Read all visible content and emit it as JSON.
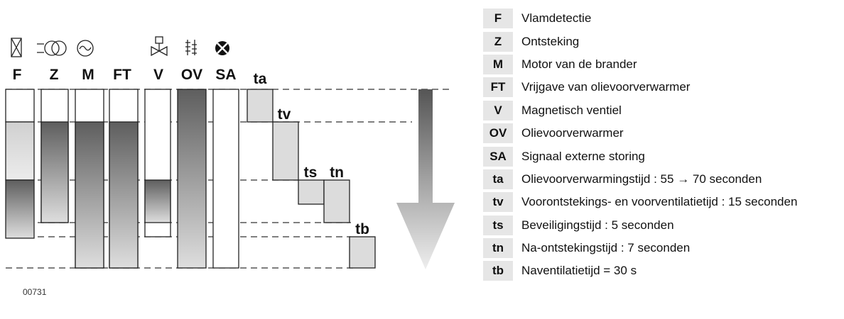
{
  "diagram": {
    "columns": [
      "F",
      "Z",
      "M",
      "FT",
      "V",
      "OV",
      "SA"
    ],
    "time_labels": [
      "ta",
      "tv",
      "ts",
      "tn",
      "tb"
    ],
    "icons": [
      "flame-sensor-icon",
      "ignition-transformer-icon",
      "motor-icon",
      "",
      "solenoid-valve-icon",
      "heater-icon",
      "fault-lamp-icon"
    ],
    "code": "00731"
  },
  "legend": [
    {
      "key": "F",
      "text": "Vlamdetectie"
    },
    {
      "key": "Z",
      "text": "Ontsteking"
    },
    {
      "key": "M",
      "text": "Motor van de brander"
    },
    {
      "key": "FT",
      "text": "Vrijgave van olievoorverwarmer"
    },
    {
      "key": "V",
      "text": "Magnetisch ventiel"
    },
    {
      "key": "OV",
      "text": "Olievoorverwarmer"
    },
    {
      "key": "SA",
      "text": "Signaal externe storing"
    },
    {
      "key": "ta",
      "text": "Olievoorverwarmingstijd : 55 → 70 seconden"
    },
    {
      "key": "tv",
      "text": "Voorontstekings- en voorventilatietijd : 15 seconden"
    },
    {
      "key": "ts",
      "text": "Beveiligingstijd : 5 seconden"
    },
    {
      "key": "tn",
      "text": "Na-ontstekingstijd : 7 seconden"
    },
    {
      "key": "tb",
      "text": "Naventilatietijd = 30 s"
    }
  ],
  "colors": {
    "bar_dark": "#6a6a6a",
    "bar_light": "#d9d9d9",
    "step_fill": "#dcdcdc",
    "line": "#222222"
  }
}
